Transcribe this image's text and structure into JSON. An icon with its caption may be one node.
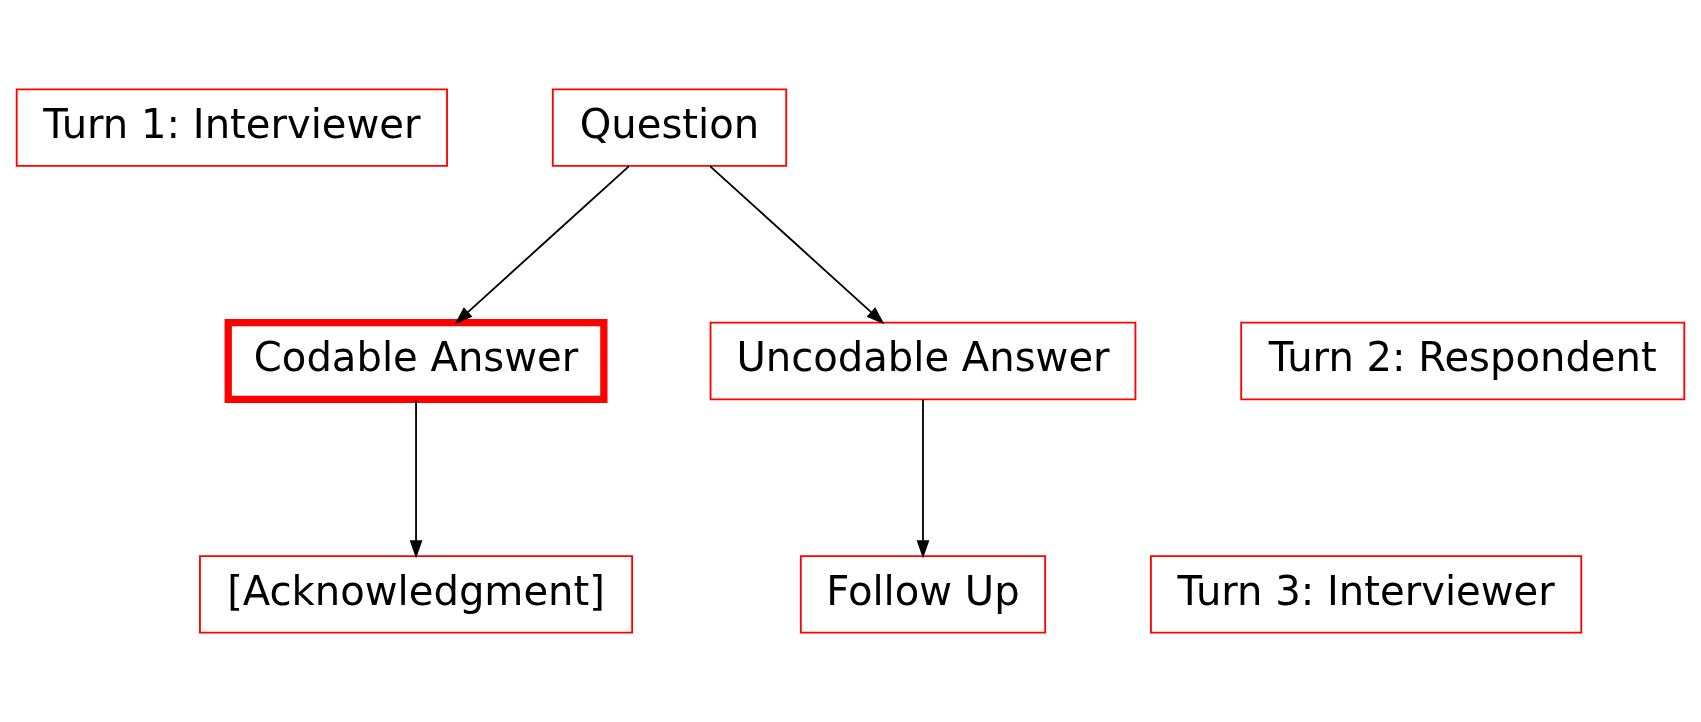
{
  "diagram": {
    "nodes": [
      {
        "text": [
          "Turn 1: Interviewer"
        ]
      },
      {
        "text": [
          "Question"
        ]
      },
      {
        "text": [
          "Turn 2: Respondent"
        ]
      },
      {
        "text": [
          "Codable Answer"
        ]
      },
      {
        "text": [
          "Uncodable Answer"
        ]
      },
      {
        "text": [
          "Turn 3: Interviewer"
        ]
      },
      {
        "text": [
          "[Acknowledgment]"
        ]
      },
      {
        "text": [
          "Follow Up"
        ]
      }
    ],
    "edges": [
      {
        "from": 1,
        "to": 3,
        "arrow": "to"
      },
      {
        "from": 1,
        "to": 4,
        "arrow": "to"
      },
      {
        "from": 3,
        "to": 6,
        "arrow": "to"
      },
      {
        "from": 4,
        "to": 7,
        "arrow": "to"
      }
    ]
  }
}
